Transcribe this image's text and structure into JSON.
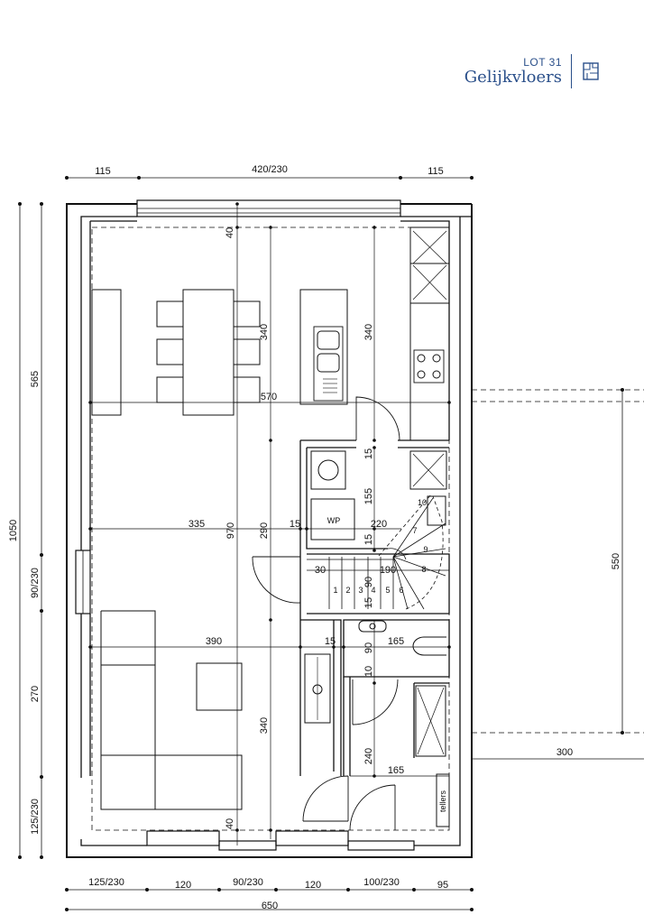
{
  "header": {
    "lot": "LOT 31",
    "floor": "Gelijkvloers",
    "icon": "floorplan-icon",
    "accent_color": "#2a4f8a"
  },
  "dimensions": {
    "top": [
      "115",
      "420/230",
      "115"
    ],
    "bottom": [
      "125/230",
      "120",
      "90/230",
      "120",
      "100/230",
      "95"
    ],
    "bottom_total": "650",
    "left_total": "1050",
    "left": [
      "565",
      "90/230",
      "270",
      "125/230"
    ],
    "right_terrace": "550",
    "right_terrace_depth": "300",
    "interior": {
      "top_40": "40",
      "kitchen_340_a": "340",
      "kitchen_340_b": "340",
      "width_570": "570",
      "width_335": "335",
      "height_970": "970",
      "height_290": "290",
      "gap_15_a": "15",
      "stair_220": "220",
      "utility_15": "15",
      "utility_155": "155",
      "stair_15": "15",
      "stair_30": "30",
      "stair_190": "190",
      "stair_90": "90",
      "stair_15b": "15",
      "width_390": "390",
      "gap_15_b": "15",
      "wc_165": "165",
      "wc_90": "90",
      "wc_10": "10",
      "entry_340": "340",
      "entry_240": "240",
      "entry_165": "165",
      "bottom_40": "40"
    }
  },
  "labels": {
    "heat_pump": "WP",
    "meters": "tellers",
    "steps": [
      "1",
      "2",
      "3",
      "4",
      "5",
      "6",
      "7",
      "8",
      "9",
      "10"
    ]
  }
}
